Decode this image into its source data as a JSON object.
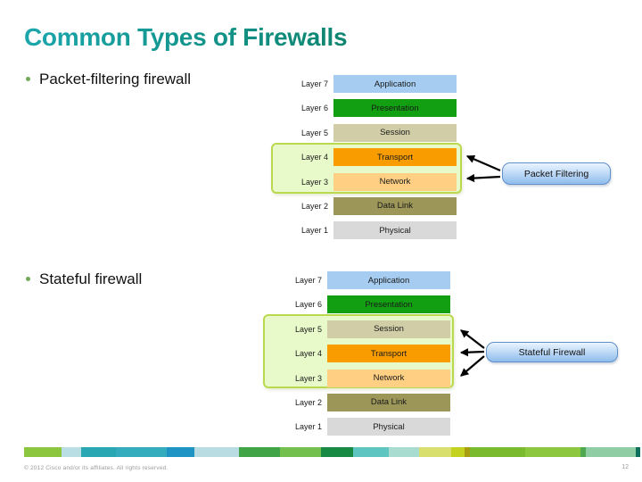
{
  "slide": {
    "title": "Common Types of Firewalls",
    "bullets": [
      {
        "label": "Packet-filtering firewall"
      },
      {
        "label": "Stateful firewall"
      }
    ],
    "footer": {
      "copyright": "© 2012 Cisco and/or its affiliates. All rights reserved.",
      "page_number": "12"
    }
  },
  "colors": {
    "title_gradient_start": "#1BA6AC",
    "title_gradient_end": "#0D8570",
    "bullet_dot": "#76A95C",
    "highlight_fill": "#E8FACA",
    "highlight_border": "#BBD94E",
    "callout_border": "#5F8FC7",
    "callout_gradient_top": "#EAF4FE",
    "callout_gradient_bottom": "#8FBCEC",
    "arrow": "#000000"
  },
  "diagrams": [
    {
      "id": "packet-filtering",
      "callout_label": "Packet Filtering",
      "highlighted_layers": [
        "Layer 4",
        "Layer 3"
      ],
      "layers": [
        {
          "label": "Layer 7",
          "name": "Application",
          "color": "#A6CDF1"
        },
        {
          "label": "Layer 6",
          "name": "Presentation",
          "color": "#12A012"
        },
        {
          "label": "Layer 5",
          "name": "Session",
          "color": "#D1CDA7"
        },
        {
          "label": "Layer 4",
          "name": "Transport",
          "color": "#F89C00"
        },
        {
          "label": "Layer 3",
          "name": "Network",
          "color": "#FFD083"
        },
        {
          "label": "Layer 2",
          "name": "Data Link",
          "color": "#9C9659"
        },
        {
          "label": "Layer 1",
          "name": "Physical",
          "color": "#D9D9D9"
        }
      ]
    },
    {
      "id": "stateful",
      "callout_label": "Stateful Firewall",
      "highlighted_layers": [
        "Layer 5",
        "Layer 4",
        "Layer 3"
      ],
      "layers": [
        {
          "label": "Layer 7",
          "name": "Application",
          "color": "#A6CDF1"
        },
        {
          "label": "Layer 6",
          "name": "Presentation",
          "color": "#12A012"
        },
        {
          "label": "Layer 5",
          "name": "Session",
          "color": "#D1CDA7"
        },
        {
          "label": "Layer 4",
          "name": "Transport",
          "color": "#F89C00"
        },
        {
          "label": "Layer 3",
          "name": "Network",
          "color": "#FFD083"
        },
        {
          "label": "Layer 2",
          "name": "Data Link",
          "color": "#9C9659"
        },
        {
          "label": "Layer 1",
          "name": "Physical",
          "color": "#D9D9D9"
        }
      ]
    }
  ],
  "footer_bar": {
    "segments": [
      {
        "color": "#8CC63F",
        "w": 42
      },
      {
        "color": "#B9DEE4",
        "w": 22
      },
      {
        "color": "#29A8B4",
        "w": 39
      },
      {
        "color": "#35ABBE",
        "w": 57
      },
      {
        "color": "#1D94C4",
        "w": 31
      },
      {
        "color": "#B9DCE2",
        "w": 50
      },
      {
        "color": "#41A548",
        "w": 46
      },
      {
        "color": "#74C04F",
        "w": 46
      },
      {
        "color": "#188A44",
        "w": 36
      },
      {
        "color": "#5FC5C1",
        "w": 40
      },
      {
        "color": "#A8DCD0",
        "w": 34
      },
      {
        "color": "#D9DF6C",
        "w": 36
      },
      {
        "color": "#C3D21E",
        "w": 15
      },
      {
        "color": "#A89E0F",
        "w": 6
      },
      {
        "color": "#79BA2E",
        "w": 62
      },
      {
        "color": "#8DC63F",
        "w": 62
      },
      {
        "color": "#4FA951",
        "w": 6
      },
      {
        "color": "#8FCEA4",
        "w": 56
      },
      {
        "color": "#0F6F5D",
        "w": 5
      }
    ]
  }
}
